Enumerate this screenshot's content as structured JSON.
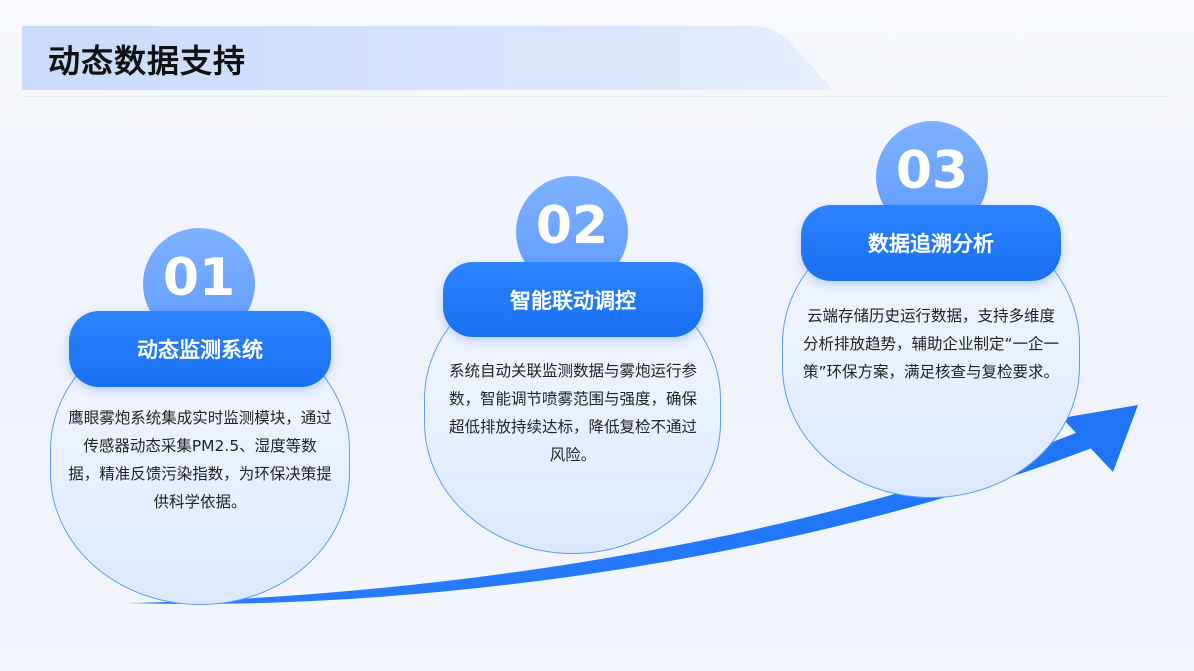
{
  "header": {
    "title": "动态数据支持"
  },
  "colors": {
    "accent": "#1870f2",
    "circle": "#6ea6ff",
    "card_border": "#5d9cf3"
  },
  "steps": [
    {
      "number": "01",
      "title": "动态监测系统",
      "description": "鹰眼雾炮系统集成实时监测模块，通过传感器动态采集PM2.5、湿度等数据，精准反馈污染指数，为环保决策提供科学依据。"
    },
    {
      "number": "02",
      "title": "智能联动调控",
      "description": "系统自动关联监测数据与雾炮运行参数，智能调节喷雾范围与强度，确保超低排放持续达标，降低复检不通过风险。"
    },
    {
      "number": "03",
      "title": "数据追溯分析",
      "description": "云端存储历史运行数据，支持多维度分析排放趋势，辅助企业制定“一企一策”环保方案，满足核查与复检要求。"
    }
  ]
}
